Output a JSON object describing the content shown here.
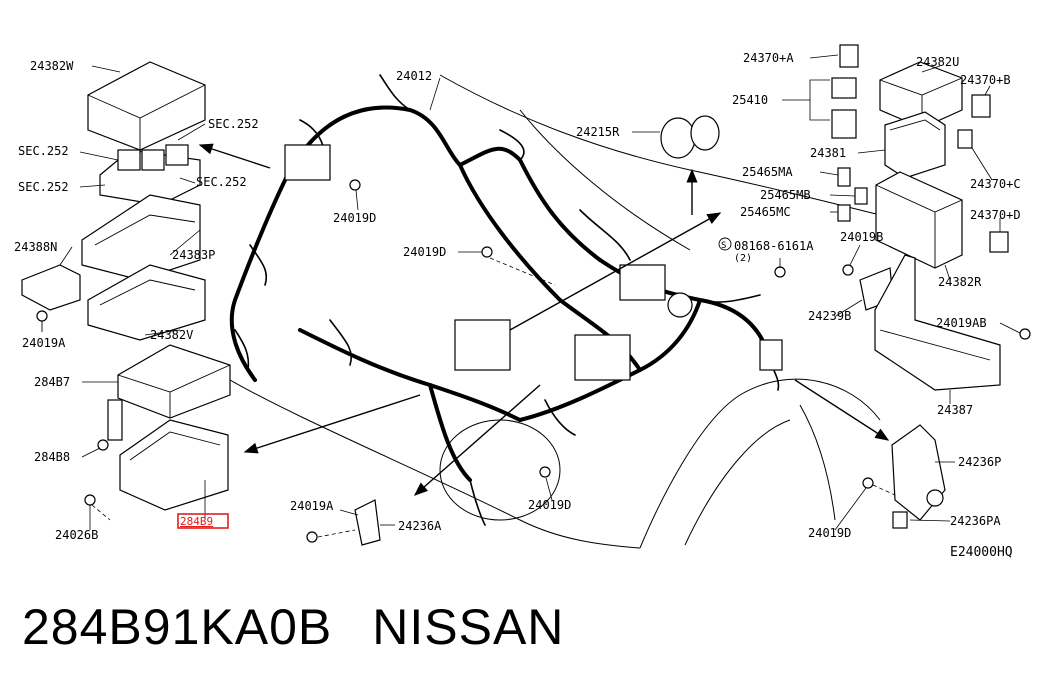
{
  "labels": {
    "p24382W": "24382W",
    "sec252a": "SEC.252",
    "sec252b": "SEC.252",
    "sec252c": "SEC.252",
    "sec252d": "SEC.252",
    "p24388N": "24388N",
    "p24383P": "24383P",
    "p24019A_left": "24019A",
    "p24382V": "24382V",
    "p284B7": "284B7",
    "p284B8": "284B8",
    "p24026B": "24026B",
    "p284B9": "284B9",
    "p24012": "24012",
    "p24019D_a": "24019D",
    "p24019D_b": "24019D",
    "p24019D_c": "24019D",
    "p24019D_d": "24019D",
    "p24019A_mid": "24019A",
    "p24236A": "24236A",
    "p24370A": "24370+A",
    "p24382U": "24382U",
    "p24370B": "24370+B",
    "p25410": "25410",
    "p24215R": "24215R",
    "p24381": "24381",
    "p25465MA": "25465MA",
    "p24370C": "24370+C",
    "p25465MB": "25465MB",
    "p25465MC": "25465MC",
    "p24370D": "24370+D",
    "p08168": "08168-6161A",
    "p08168qty": "(2)",
    "p24019B": "24019B",
    "p24382R": "24382R",
    "p24239B": "24239B",
    "p24019AB": "24019AB",
    "p24387": "24387",
    "p24236P": "24236P",
    "p24236PA": "24236PA",
    "diagramCode": "E24000HQ",
    "circledS": "S"
  },
  "caption": {
    "partNumber": "284B91KA0B",
    "brand": "NISSAN"
  },
  "colors": {
    "highlight": "#e02020",
    "ink": "#000000"
  }
}
